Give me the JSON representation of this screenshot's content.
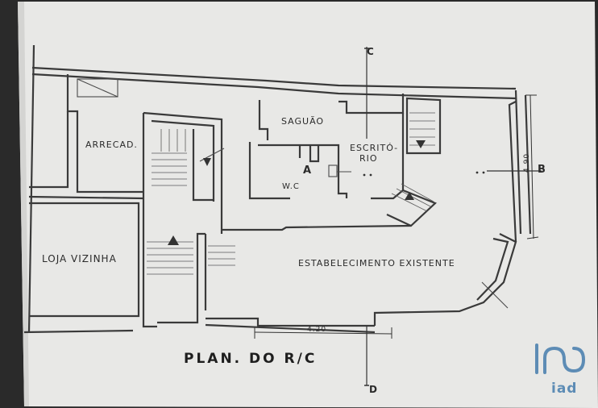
{
  "plan": {
    "title": "PLAN. DO R/C",
    "rooms": {
      "arrecad": "ARRECAD.",
      "saguao": "SAGUÃO",
      "escritorio_1": "ESCRITÓ-",
      "escritorio_2": "RIO",
      "wc": "W.C",
      "loja_vizinha": "LOJA VIZINHA",
      "estabelecimento": "ESTABELECIMENTO EXISTENTE"
    },
    "section_marks": {
      "c": "C",
      "d": "D",
      "a": "A",
      "b": "B"
    },
    "dimensions": {
      "right": "4.90",
      "bottom": "4.20"
    }
  },
  "watermark": {
    "text": "iad",
    "color": "#2f6ea5"
  },
  "colors": {
    "paper": "#e9e9e7",
    "ink": "#333333",
    "background": "#2a2a2a"
  }
}
